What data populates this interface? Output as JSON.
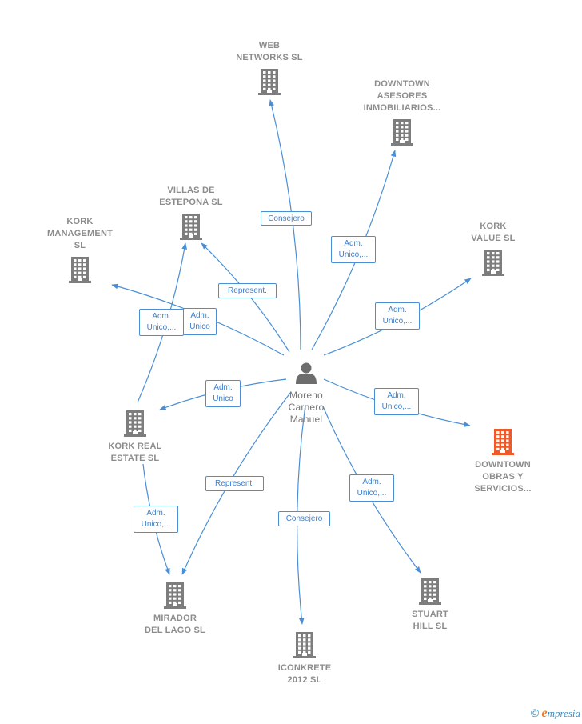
{
  "colors": {
    "edge": "#4a8fd6",
    "building": "#7d7d7d",
    "building_highlight": "#f05a28",
    "person": "#6d6d6d"
  },
  "center": {
    "label": "Moreno\nCarnero\nManuel",
    "icon": "person-icon"
  },
  "nodes": [
    {
      "id": "web",
      "label": "WEB\nNETWORKS SL",
      "icon": "building-icon",
      "highlight": false
    },
    {
      "id": "downtown-asesores",
      "label": "DOWNTOWN\nASESORES\nINMOBILIARIOS...",
      "icon": "building-icon",
      "highlight": false
    },
    {
      "id": "villas",
      "label": "VILLAS DE\nESTEPONA  SL",
      "icon": "building-icon",
      "highlight": false
    },
    {
      "id": "kork-management",
      "label": "KORK\nMANAGEMENT\nSL",
      "icon": "building-icon",
      "highlight": false
    },
    {
      "id": "kork-value",
      "label": "KORK\nVALUE  SL",
      "icon": "building-icon",
      "highlight": false
    },
    {
      "id": "kork-real",
      "label": "KORK REAL\nESTATE  SL",
      "icon": "building-icon",
      "highlight": false
    },
    {
      "id": "downtown-obras",
      "label": "DOWNTOWN\nOBRAS Y\nSERVICIOS...",
      "icon": "building-icon",
      "highlight": true
    },
    {
      "id": "mirador",
      "label": "MIRADOR\nDEL LAGO  SL",
      "icon": "building-icon",
      "highlight": false
    },
    {
      "id": "iconkrete",
      "label": "ICONKRETE\n2012 SL",
      "icon": "building-icon",
      "highlight": false
    },
    {
      "id": "stuart",
      "label": "STUART\nHILL  SL",
      "icon": "building-icon",
      "highlight": false
    }
  ],
  "edges": [
    {
      "label": "Consejero"
    },
    {
      "label": "Adm.\nUnico,..."
    },
    {
      "label": "Represent."
    },
    {
      "label": "Adm.\nUnico"
    },
    {
      "label": "Adm.\nUnico,..."
    },
    {
      "label": "Adm.\nUnico,..."
    },
    {
      "label": "Adm.\nUnico"
    },
    {
      "label": "Adm.\nUnico,..."
    },
    {
      "label": "Represent."
    },
    {
      "label": "Consejero"
    },
    {
      "label": "Adm.\nUnico,..."
    },
    {
      "label": "Adm.\nUnico,..."
    }
  ],
  "footer": {
    "copyright": "©",
    "brand_initial": "e",
    "brand_rest": "mpresia"
  }
}
